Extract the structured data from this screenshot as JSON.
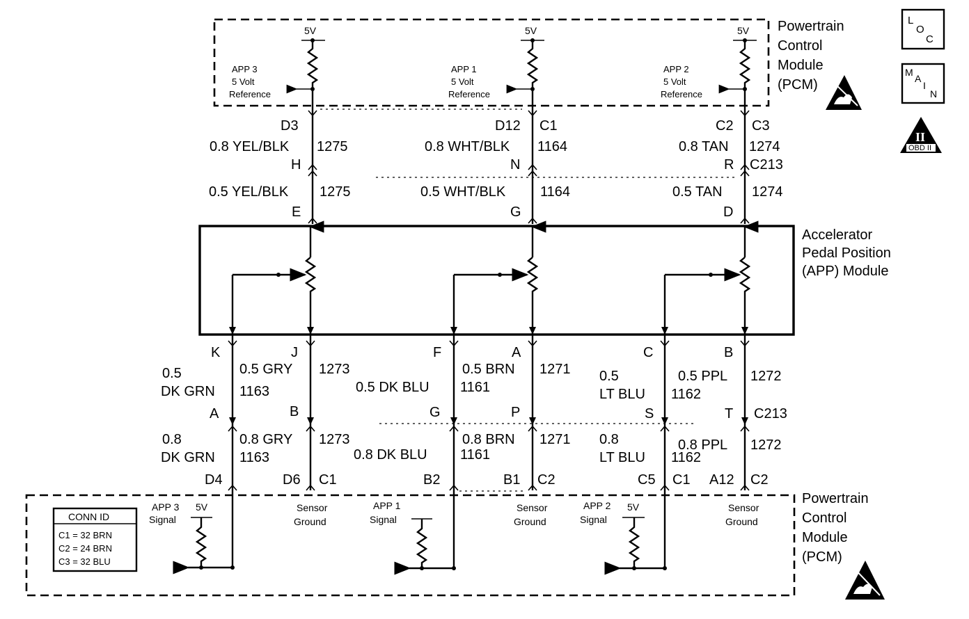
{
  "pcm_top": {
    "label": [
      "Powertrain",
      "Control",
      "Module",
      "(PCM)"
    ],
    "circuits": [
      {
        "volt": "5V",
        "label": [
          "APP 3",
          "5 Volt",
          "Reference"
        ]
      },
      {
        "volt": "5V",
        "label": [
          "APP 1",
          "5 Volt",
          "Reference"
        ]
      },
      {
        "volt": "5V",
        "label": [
          "APP 2",
          "5 Volt",
          "Reference"
        ]
      }
    ]
  },
  "pcm_bottom": {
    "label": [
      "Powertrain",
      "Control",
      "Module",
      "(PCM)"
    ],
    "signals": [
      {
        "volt": "5V",
        "label": [
          "APP 3",
          "Signal"
        ]
      },
      {
        "volt": "5V",
        "label": [
          "APP 1",
          "Signal"
        ]
      },
      {
        "volt": "5V",
        "label": [
          "APP 2",
          "Signal"
        ]
      }
    ],
    "sensor_ground": [
      "Sensor",
      "Ground"
    ]
  },
  "app_module": {
    "label": [
      "Accelerator",
      "Pedal Position",
      "(APP) Module"
    ]
  },
  "symbols": {
    "loc": [
      "L",
      "O",
      "C"
    ],
    "main": [
      "M",
      "A",
      "I",
      "N"
    ],
    "obd": {
      "roman": "II",
      "label": "OBD II"
    },
    "esd": "esd-sensitive-icon"
  },
  "conn_id": {
    "title": "CONN ID",
    "rows": [
      "C1 = 32 BRN",
      "C2 = 24 BRN",
      "C3 = 32 BLU"
    ]
  },
  "upper_wires": {
    "pcm_pins": {
      "app3": "D3",
      "app1": "D12",
      "app1_conn": "C1",
      "app2": "C2",
      "app2_conn": "C3"
    },
    "pcm_side": [
      {
        "wire": "0.8 YEL/BLK",
        "circuit": "1275"
      },
      {
        "wire": "0.8 WHT/BLK",
        "circuit": "1164"
      },
      {
        "wire": "0.8 TAN",
        "circuit": "1274"
      }
    ],
    "c213_pins": {
      "app3": "H",
      "app1": "N",
      "app2": "R",
      "conn": "C213"
    },
    "module_side": [
      {
        "wire": "0.5 YEL/BLK",
        "circuit": "1275"
      },
      {
        "wire": "0.5 WHT/BLK",
        "circuit": "1164"
      },
      {
        "wire": "0.5 TAN",
        "circuit": "1274"
      }
    ],
    "module_pins": {
      "app3": "E",
      "app1": "G",
      "app2": "D"
    }
  },
  "lower_wires": {
    "module_pins": [
      "K",
      "J",
      "F",
      "A",
      "C",
      "B"
    ],
    "module_side": [
      {
        "wire": [
          "0.5",
          "DK GRN"
        ],
        "circuit": "1163"
      },
      {
        "wire": [
          "0.5 GRY"
        ],
        "circuit": "1273"
      },
      {
        "wire": [
          "0.5 DK BLU"
        ],
        "circuit": "1161"
      },
      {
        "wire": [
          "0.5 BRN"
        ],
        "circuit": "1271"
      },
      {
        "wire": [
          "0.5",
          "LT BLU"
        ],
        "circuit": "1162"
      },
      {
        "wire": [
          "0.5 PPL"
        ],
        "circuit": "1272"
      }
    ],
    "c213_pins": [
      "A",
      "B",
      "G",
      "P",
      "S",
      "T"
    ],
    "c213_conn": "C213",
    "pcm_side": [
      {
        "wire": [
          "0.8",
          "DK GRN"
        ],
        "circuit": "1163"
      },
      {
        "wire": [
          "0.8 GRY"
        ],
        "circuit": "1273"
      },
      {
        "wire": [
          "0.8 DK BLU"
        ],
        "circuit": "1161"
      },
      {
        "wire": [
          "0.8 BRN"
        ],
        "circuit": "1271"
      },
      {
        "wire": [
          "0.8",
          "LT BLU"
        ],
        "circuit": "1162"
      },
      {
        "wire": [
          "0.8 PPL"
        ],
        "circuit": "1272"
      }
    ],
    "pcm_pins": [
      {
        "pin": "D4",
        "conn": ""
      },
      {
        "pin": "D6",
        "conn": "C1"
      },
      {
        "pin": "B2",
        "conn": ""
      },
      {
        "pin": "B1",
        "conn": "C2"
      },
      {
        "pin": "C5",
        "conn": "C1"
      },
      {
        "pin": "A12",
        "conn": "C2"
      }
    ]
  }
}
